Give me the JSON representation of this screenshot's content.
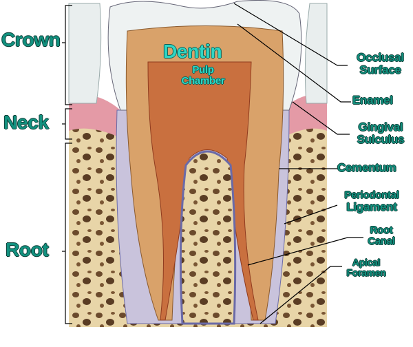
{
  "left_labels": {
    "crown": "Crown",
    "neck": "Neck",
    "root": "Root"
  },
  "inner_labels": {
    "dentin": "Dentin",
    "pulp_chamber": [
      "Pulp",
      "Chamber"
    ]
  },
  "right_labels": {
    "occlusal_surface": [
      "Occlusal",
      "Surface"
    ],
    "enamel": "Enamel",
    "gingival_sulculus": [
      "Gingival",
      "Sulculus"
    ],
    "cementum": "Cementum",
    "periodontal_ligament": [
      "Periodontal",
      "Ligament"
    ],
    "root_canal": [
      "Root",
      "Canal"
    ],
    "apical_foramen": [
      "Apical",
      "Foramen"
    ]
  },
  "colors": {
    "label": "#12917f",
    "dentin": "#d9a26a",
    "pulp": "#c9703f",
    "bone": "#e8d5a8",
    "gum": "#e49aa6",
    "enamel": "#eef2f2"
  }
}
